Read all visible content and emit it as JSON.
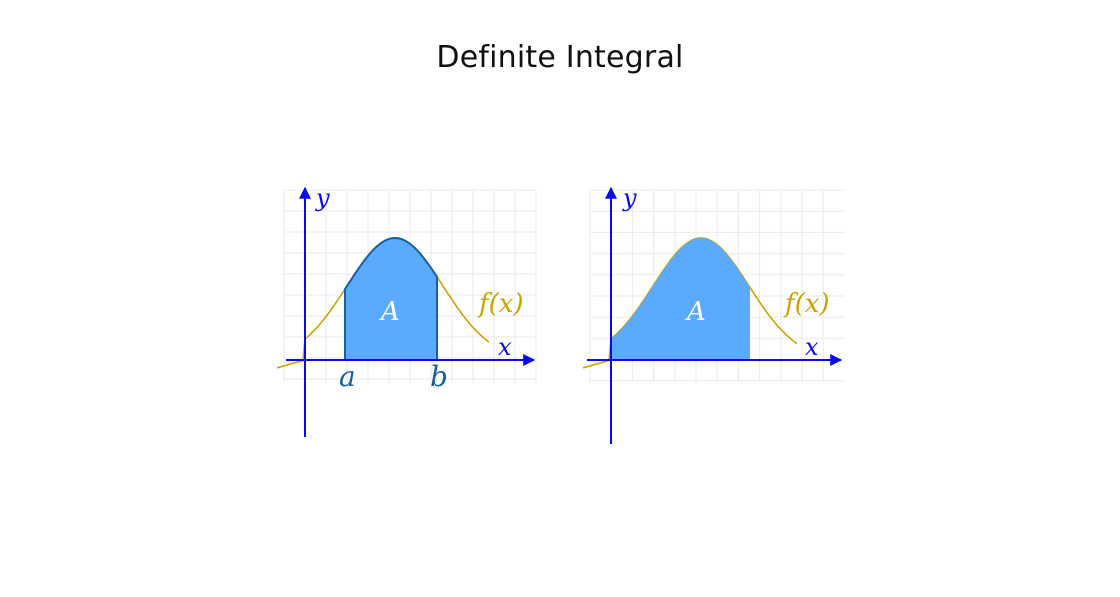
{
  "title": "Definite Integral",
  "colors": {
    "axis": "#0a0af0",
    "curve": "#c9a400",
    "fill": "#5aaaff",
    "fill_stroke": "#1a5fa0",
    "grid": "#e9e9ef",
    "area_label": "#ffffff",
    "bound_label": "#1a5fa0"
  },
  "panels": [
    {
      "y_label": "y",
      "x_label": "x",
      "func_label": "f(x)",
      "area_label": "A",
      "lower_label": "a",
      "upper_label": "b"
    },
    {
      "y_label": "y",
      "x_label": "x",
      "func_label": "f(x)",
      "area_label": "A"
    }
  ]
}
